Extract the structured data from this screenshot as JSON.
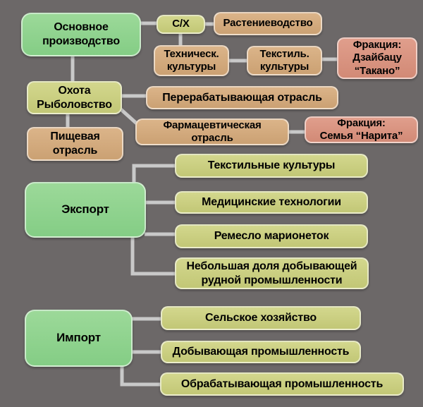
{
  "diagram": {
    "nodes": {
      "main_production": {
        "label": "Основное\nпроизводство",
        "color": "green"
      },
      "agriculture": {
        "label": "С/Х",
        "color": "olive"
      },
      "crop_production": {
        "label": "Растениеводство",
        "color": "tan"
      },
      "technical_crops": {
        "label": "Техническ.\nкультуры",
        "color": "tan"
      },
      "textile_crops": {
        "label": "Текстиль.\nкультуры",
        "color": "tan"
      },
      "faction_takano": {
        "label": "Фракция:\nДзайбацу\n“Такано”",
        "color": "salmon"
      },
      "hunting_fishing": {
        "label": "Охота\nРыболовство",
        "color": "olive"
      },
      "processing_industry": {
        "label": "Перерабатывающая отрасль",
        "color": "tan"
      },
      "food_industry": {
        "label": "Пищевая\nотрасль",
        "color": "tan"
      },
      "pharma_industry": {
        "label": "Фармацевтическая\nотрасль",
        "color": "tan"
      },
      "faction_narita": {
        "label": "Фракция:\nСемья “Нарита”",
        "color": "salmon"
      },
      "export": {
        "label": "Экспорт",
        "color": "green"
      },
      "export_textile": {
        "label": "Текстильные культуры",
        "color": "olive"
      },
      "export_medical": {
        "label": "Медицинские технологии",
        "color": "olive"
      },
      "export_puppets": {
        "label": "Ремесло марионеток",
        "color": "olive"
      },
      "export_mining": {
        "label": "Небольшая доля добывающей\nрудной промышленности",
        "color": "olive"
      },
      "import": {
        "label": "Импорт",
        "color": "green"
      },
      "import_agriculture": {
        "label": "Сельское хозяйство",
        "color": "olive"
      },
      "import_mining": {
        "label": "Добывающая промышленность",
        "color": "olive"
      },
      "import_manufacturing": {
        "label": "Обрабатывающая промышленность",
        "color": "olive"
      }
    },
    "colors": {
      "background": "#6c6868",
      "node_green": "#8fd38f",
      "node_olive": "#cace80",
      "node_tan": "#d3aa7d",
      "node_salmon": "#d9937f",
      "connector": "#c9c9c9",
      "text": "#000000"
    }
  }
}
